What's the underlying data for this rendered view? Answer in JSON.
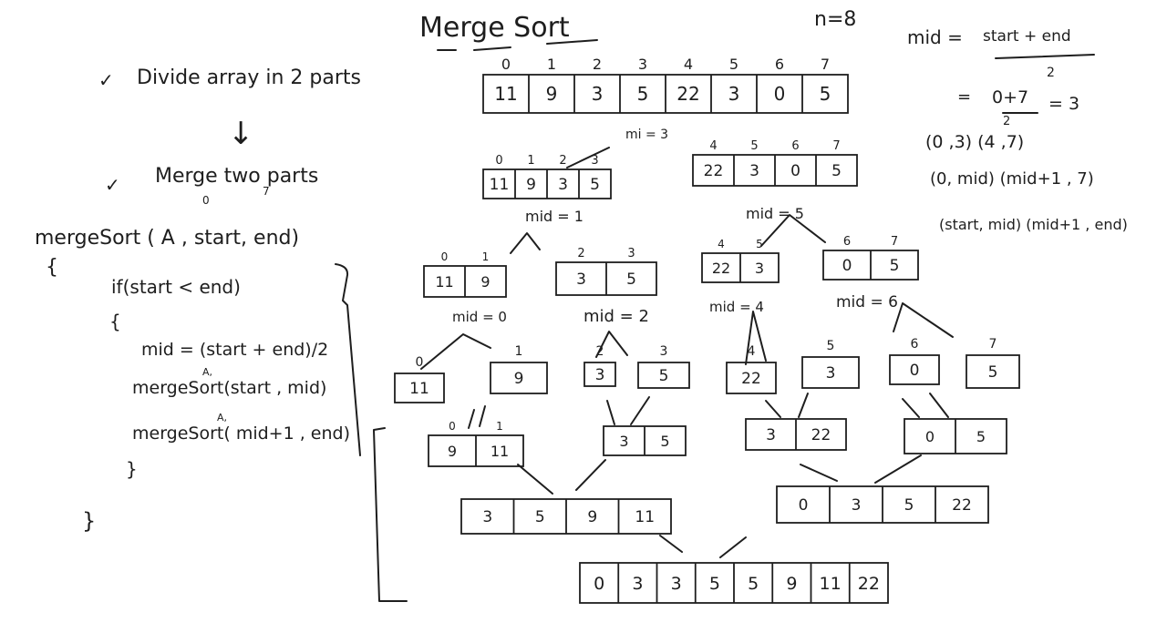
{
  "title": "Merge Sort",
  "n_label": "n=8",
  "notes": {
    "step1": "Divide array in 2 parts",
    "step1_check": "✓",
    "step2": "Merge two parts",
    "step2_check": "✓",
    "down_arrow": "↓",
    "under_start": "0",
    "under_end": "7"
  },
  "code": {
    "signature": "mergeSort ( A , start, end)",
    "open_brace": "{",
    "if_line": "if(start < end)",
    "if_open": "{",
    "mid_line": "mid = (start + end)/2",
    "a1": "A,",
    "call1": "mergeSort(start , mid)",
    "a2": "A,",
    "call2": "mergeSort( mid+1 , end)",
    "if_close": "}",
    "close_brace": "}"
  },
  "formula": {
    "mid_lhs": "mid =",
    "numerator": "start + end",
    "denominator": "2",
    "eq": "=",
    "calc_num": "0+7",
    "calc_den": "2",
    "calc_res": "= 3",
    "ranges1": "(0 ,3)   (4 ,7)",
    "ranges2": "(0, mid)   (mid+1 , 7)",
    "ranges3": "(start, mid) (mid+1 , end)"
  },
  "mid_labels": {
    "top_left": "mi = 3",
    "l1_left": "mid = 1",
    "l1_right": "mid = 5",
    "l2_a": "mid = 0",
    "l2_b": "mid = 2",
    "l2_c": "mid = 4",
    "l2_d": "mid = 6"
  },
  "tree": {
    "root": {
      "indices": [
        "0",
        "1",
        "2",
        "3",
        "4",
        "5",
        "6",
        "7"
      ],
      "cells": [
        "11",
        "9",
        "3",
        "5",
        "22",
        "3",
        "0",
        "5"
      ]
    },
    "left": {
      "indices": [
        "0",
        "1",
        "2",
        "3"
      ],
      "cells": [
        "11",
        "9",
        "3",
        "5"
      ]
    },
    "right": {
      "indices": [
        "4",
        "5",
        "6",
        "7"
      ],
      "cells": [
        "22",
        "3",
        "0",
        "5"
      ]
    },
    "l2a": {
      "indices": [
        "0",
        "1"
      ],
      "cells": [
        "11",
        "9"
      ]
    },
    "l2b": {
      "indices": [
        "2",
        "3"
      ],
      "cells": [
        "3",
        "5"
      ]
    },
    "l2c": {
      "indices": [
        "4",
        "5"
      ],
      "cells": [
        "22",
        "3"
      ]
    },
    "l2d": {
      "indices": [
        "6",
        "7"
      ],
      "cells": [
        "0",
        "5"
      ]
    },
    "leaves": [
      {
        "index": "0",
        "value": "11"
      },
      {
        "index": "1",
        "value": "9"
      },
      {
        "index": "2",
        "value": "3"
      },
      {
        "index": "3",
        "value": "5"
      },
      {
        "index": "4",
        "value": "22"
      },
      {
        "index": "5",
        "value": "3"
      },
      {
        "index": "6",
        "value": "0"
      },
      {
        "index": "7",
        "value": "5"
      }
    ],
    "m1a": {
      "indices": [
        "0",
        "1"
      ],
      "cells": [
        "9",
        "11"
      ]
    },
    "m1b": {
      "indices": [],
      "cells": [
        "3",
        "5"
      ]
    },
    "m1c": {
      "indices": [],
      "cells": [
        "3",
        "22"
      ]
    },
    "m1d": {
      "indices": [],
      "cells": [
        "0",
        "5"
      ]
    },
    "m2a": {
      "cells": [
        "3",
        "5",
        "9",
        "11"
      ]
    },
    "m2b": {
      "cells": [
        "0",
        "3",
        "5",
        "22"
      ]
    },
    "final": {
      "cells": [
        "0",
        "3",
        "3",
        "5",
        "5",
        "9",
        "11",
        "22"
      ]
    }
  }
}
